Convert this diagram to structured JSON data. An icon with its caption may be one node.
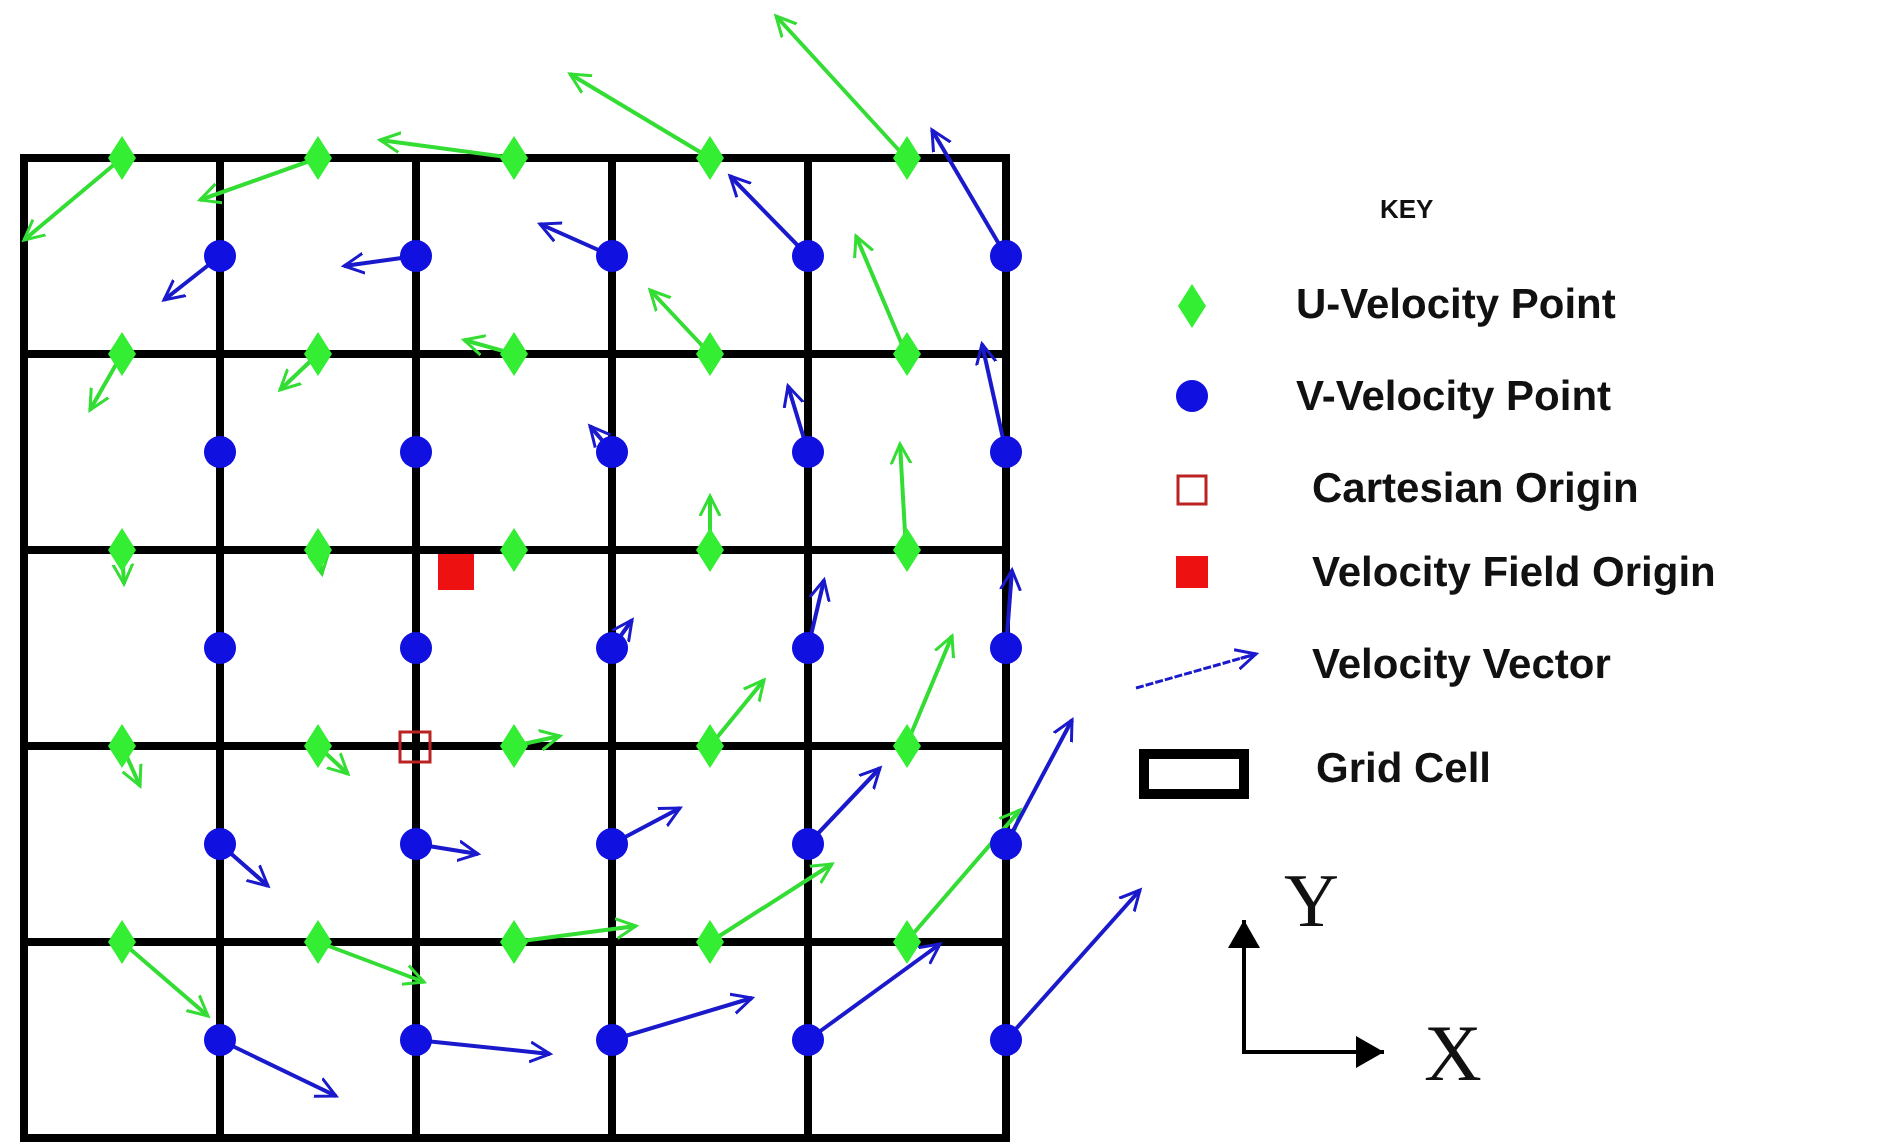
{
  "diagram": {
    "labels": [
      "KEY",
      "Y",
      "X"
    ],
    "legend": [
      {
        "text": "U-Velocity Point"
      },
      {
        "text": "V-Velocity Point"
      },
      {
        "text": "Cartesian Origin"
      },
      {
        "text": "Velocity Field Origin"
      },
      {
        "text": "Velocity Vector"
      },
      {
        "text": "Grid Cell"
      }
    ]
  }
}
